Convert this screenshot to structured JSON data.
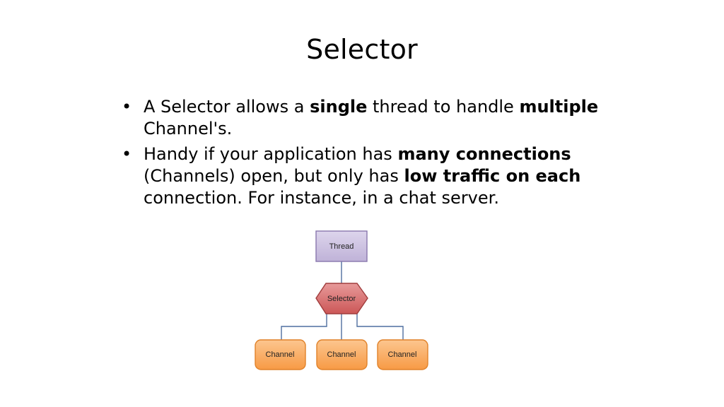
{
  "title": "Selector",
  "bullets": [
    {
      "bullet": "•",
      "t1": "A Selector allows a ",
      "b1": "single",
      "t2": " thread to handle ",
      "b2": "multiple",
      "t3": " Channel's."
    },
    {
      "bullet": "•",
      "t1": "Handy if your application has ",
      "b1": "many connections",
      "t2": " (Channels) open, but only has ",
      "b2": "low traffic on each",
      "t3": " connection. For instance, in a chat server."
    }
  ],
  "diagram": {
    "thread_label": "Thread",
    "selector_label": "Selector",
    "channel_labels": [
      "Channel",
      "Channel",
      "Channel"
    ],
    "colors": {
      "thread_fill": "#c9bfdd",
      "thread_stroke": "#8977ad",
      "selector_fill": "#d66a6a",
      "selector_stroke": "#a03d3d",
      "channel_fill": "#f9a95a",
      "channel_stroke": "#e0822a",
      "connector": "#4f6fa0"
    }
  }
}
